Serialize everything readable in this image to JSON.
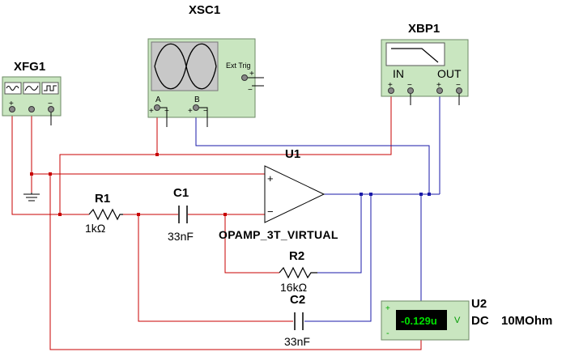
{
  "colors": {
    "wire_red": "#c80000",
    "wire_blue": "#1a1aa8",
    "instrument_fill": "#c9e6c0",
    "screen_fill": "#c8c8c8",
    "meter_display_bg": "#000000",
    "meter_display_text": "#00e000"
  },
  "instruments": {
    "xfg1": {
      "label": "XFG1",
      "icons": [
        "sine-wave-icon",
        "triangle-wave-icon",
        "square-wave-icon"
      ],
      "terminals": [
        "+",
        "",
        "−"
      ]
    },
    "xsc1": {
      "label": "XSC1",
      "ext_trig": "Ext Trig",
      "channel_a": "A",
      "channel_b": "B",
      "plus": "+",
      "minus": "−"
    },
    "xbp1": {
      "label": "XBP1",
      "in_label": "IN",
      "out_label": "OUT",
      "terminals": [
        "+",
        "−",
        "+",
        "−"
      ]
    }
  },
  "components": {
    "r1": {
      "label": "R1",
      "value": "1kΩ"
    },
    "c1": {
      "label": "C1",
      "value": "33nF"
    },
    "r2": {
      "label": "R2",
      "value": "16kΩ"
    },
    "c2": {
      "label": "C2",
      "value": "33nF"
    },
    "u1": {
      "label": "U1",
      "model": "OPAMP_3T_VIRTUAL",
      "plus": "+",
      "minus": "−"
    },
    "u2": {
      "label": "U2",
      "reading": "-0.129u",
      "unit": "V",
      "mode": "DC",
      "resistance": "10MOhm",
      "plus": "+",
      "minus": "-"
    }
  }
}
